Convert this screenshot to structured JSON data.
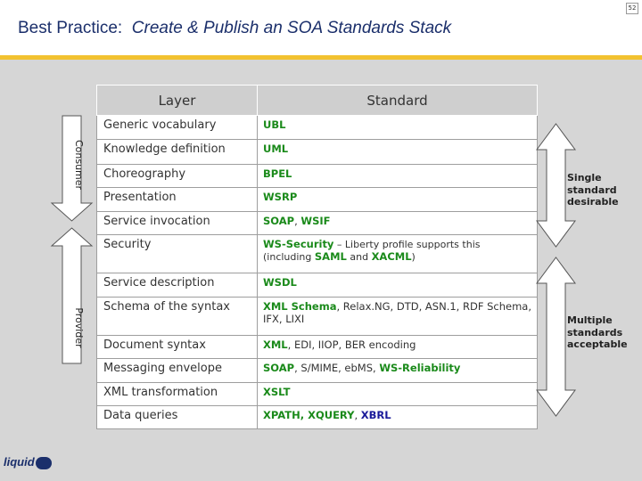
{
  "page_number": "52",
  "title": {
    "prefix": "Best Practice:",
    "main": "Create & Publish an SOA Standards Stack"
  },
  "table": {
    "headers": [
      "Layer",
      "Standard"
    ],
    "rows": [
      {
        "layer": "Generic vocabulary",
        "standard": [
          {
            "t": "UBL",
            "s": "g"
          }
        ]
      },
      {
        "layer": "Knowledge definition",
        "standard": [
          {
            "t": "UML",
            "s": "g"
          }
        ]
      },
      {
        "layer": "Choreography",
        "standard": [
          {
            "t": "BPEL",
            "s": "g"
          }
        ]
      },
      {
        "layer": "Presentation",
        "standard": [
          {
            "t": "WSRP",
            "s": "g"
          }
        ]
      },
      {
        "layer": "Service invocation",
        "standard": [
          {
            "t": "SOAP",
            "s": "g"
          },
          {
            "t": ", ",
            "s": ""
          },
          {
            "t": "WSIF",
            "s": "g"
          }
        ]
      },
      {
        "layer": "Security",
        "standard": [
          {
            "t": "WS-Security",
            "s": "g"
          },
          {
            "t": " – Liberty profile supports this (including ",
            "s": "n"
          },
          {
            "t": "SAML",
            "s": "g"
          },
          {
            "t": " and ",
            "s": "n"
          },
          {
            "t": "XACML",
            "s": "g"
          },
          {
            "t": ")",
            "s": "n"
          }
        ]
      },
      {
        "layer": "Service description",
        "standard": [
          {
            "t": "WSDL",
            "s": "g"
          }
        ]
      },
      {
        "layer": "Schema of the syntax",
        "standard": [
          {
            "t": "XML Schema",
            "s": "g"
          },
          {
            "t": ", Relax.NG, DTD, ASN.1, RDF Schema, IFX, LIXI",
            "s": ""
          }
        ]
      },
      {
        "layer": "Document syntax",
        "standard": [
          {
            "t": "XML",
            "s": "g"
          },
          {
            "t": ", EDI, IIOP, BER encoding",
            "s": ""
          }
        ]
      },
      {
        "layer": "Messaging envelope",
        "standard": [
          {
            "t": "SOAP",
            "s": "g"
          },
          {
            "t": ", S/MIME, ebMS, ",
            "s": ""
          },
          {
            "t": "WS-Reliability",
            "s": "g"
          }
        ]
      },
      {
        "layer": "XML transformation",
        "standard": [
          {
            "t": "XSLT",
            "s": "g"
          }
        ]
      },
      {
        "layer": "Data queries",
        "standard": [
          {
            "t": "XPATH, XQUERY",
            "s": "g"
          },
          {
            "t": ", ",
            "s": ""
          },
          {
            "t": "XBRL",
            "s": "b"
          }
        ]
      }
    ]
  },
  "side_labels": {
    "consumer": "Consumer",
    "provider": "Provider"
  },
  "annotations": {
    "single": "Single standard desirable",
    "multiple": "Multiple standards acceptable"
  },
  "logo_text": "liquid",
  "colors": {
    "title": "#1b2f6b",
    "rule": "#f2c230",
    "panel": "#d6d6d6",
    "standard_green": "#1a8a1a",
    "standard_blue": "#1a1a9a"
  }
}
